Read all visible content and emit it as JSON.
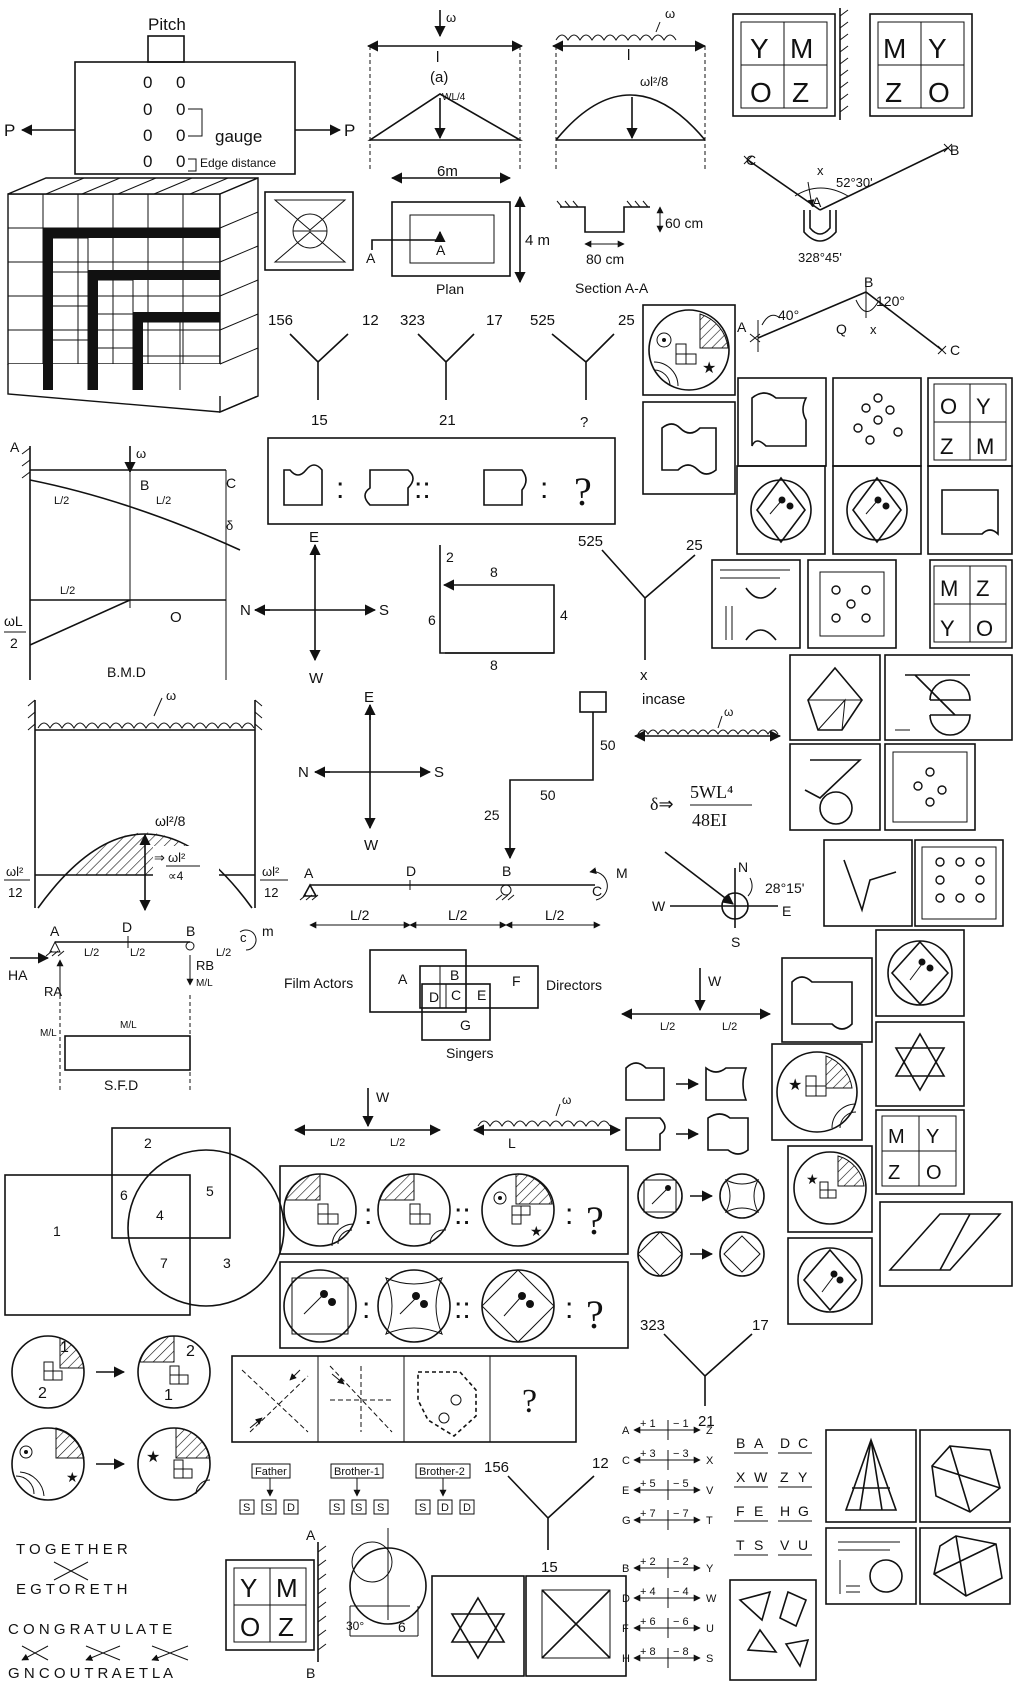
{
  "bolt_joint": {
    "pitch": "Pitch",
    "left_load": "P",
    "right_load": "P",
    "gauge": "gauge",
    "edge": "Edge distance",
    "digit": "0"
  },
  "truss_point": {
    "load": "ω",
    "span": "l",
    "case": "(a)",
    "moment": "WL/4"
  },
  "truss_udl": {
    "load": "ω",
    "span": "l",
    "moment": "ωl²/8"
  },
  "mirror_tiles": {
    "top": [
      "Y",
      "M"
    ],
    "bottom": [
      "O",
      "Z"
    ],
    "mirror_top": [
      "M",
      "Y"
    ],
    "mirror_bottom": [
      "Z",
      "O"
    ]
  },
  "plan": {
    "width": "6m",
    "height": "4 m",
    "label": "Plan",
    "left_point": "A",
    "right_point": "A",
    "section_depth": "60 cm",
    "section_width": "80 cm",
    "section_label": "Section A-A"
  },
  "bearing": {
    "c": "C",
    "b": "B",
    "a": "A",
    "x": "x",
    "angle1": "52°30'",
    "angle2": "328°45'"
  },
  "bearing2": {
    "a": "A",
    "b": "B",
    "c": "C",
    "q": "Q",
    "x": "x",
    "angle1": "40°",
    "angle2": "120°"
  },
  "number_tree": {
    "t1": [
      "156",
      "12",
      "15"
    ],
    "t2": [
      "323",
      "17",
      "21"
    ],
    "t3": [
      "525",
      "25",
      "?"
    ]
  },
  "cantilever": {
    "a": "A",
    "b": "B",
    "c": "C",
    "load": "ω",
    "half": "L/2",
    "delta": "δ",
    "reaction": "ωL",
    "denom": "2",
    "o": "O",
    "bmd": "B.M.D"
  },
  "compass1": {
    "e": "E",
    "n": "N",
    "s": "S",
    "w": "W"
  },
  "route": {
    "a": "2",
    "b": "8",
    "c": "6",
    "d": "4",
    "e": "8"
  },
  "tree_x": {
    "l": "525",
    "r": "25",
    "bottom": "x",
    "note": "incase"
  },
  "fixed_beam": {
    "load": "ω",
    "moment": "ωl²/8",
    "left": "ωl²",
    "right": "ωl²",
    "den": "12",
    "arrow": "⇒",
    "top2": "ωl²",
    "den2": "∝4"
  },
  "compass2": {
    "e": "E",
    "n": "N",
    "s": "S",
    "w": "W"
  },
  "path2": {
    "a": "50",
    "b": "50",
    "c": "25"
  },
  "deflection": {
    "load": "ω",
    "formula_lhs": "δ⇒",
    "num": "5WL⁴",
    "den": "48EI"
  },
  "overhang": {
    "a": "A",
    "d": "D",
    "b": "B",
    "c": "C",
    "m": "M",
    "l1": "L/2",
    "l2": "L/2",
    "l3": "L/2"
  },
  "compass3": {
    "n": "N",
    "w": "W",
    "e": "E",
    "s": "S",
    "angle": "28°15'"
  },
  "sfd": {
    "a": "A",
    "d": "D",
    "b": "B",
    "c": "c",
    "m": "m",
    "ha": "HA",
    "ra": "RA",
    "rb": "RB",
    "ml": "M/L",
    "half": "L/2",
    "label": "S.F.D"
  },
  "venn1": {
    "film": "Film Actors",
    "directors": "Directors",
    "singers": "Singers",
    "a": "A",
    "b": "B",
    "c": "C",
    "d": "D",
    "e": "E",
    "f": "F",
    "g": "G"
  },
  "beams_small": {
    "w": "W",
    "half": "L/2",
    "l": "L",
    "udl": "ω"
  },
  "venn2": {
    "n1": "1",
    "n2": "2",
    "n3": "3",
    "n4": "4",
    "n5": "5",
    "n6": "6",
    "n7": "7"
  },
  "analogy": {
    "colon": ":",
    "double": "::",
    "q": "?"
  },
  "circle_swap": {
    "a": "1",
    "b": "2",
    "c": "2",
    "d": "1"
  },
  "family": {
    "f": "Father",
    "b1": "Brother-1",
    "b2": "Brother-2",
    "row1": [
      "S",
      "S",
      "D"
    ],
    "row2": [
      "S",
      "S",
      "S"
    ],
    "row3": [
      "S",
      "D",
      "D"
    ]
  },
  "tree_bottom": {
    "t1": [
      "156",
      "12",
      "15"
    ],
    "t2": [
      "323",
      "17",
      "21"
    ]
  },
  "letter_code": [
    {
      "l": "A",
      "p": "+ 1",
      "m": "− 1",
      "r": "Z"
    },
    {
      "l": "C",
      "p": "+ 3",
      "m": "− 3",
      "r": "X"
    },
    {
      "l": "E",
      "p": "+ 5",
      "m": "− 5",
      "r": "V"
    },
    {
      "l": "G",
      "p": "+ 7",
      "m": "− 7",
      "r": "T"
    },
    {
      "l": "B",
      "p": "+ 2",
      "m": "− 2",
      "r": "Y"
    },
    {
      "l": "D",
      "p": "+ 4",
      "m": "− 4",
      "r": "W"
    },
    {
      "l": "F",
      "p": "+ 6",
      "m": "− 6",
      "r": "U"
    },
    {
      "l": "H",
      "p": "+ 8",
      "m": "− 8",
      "r": "S"
    }
  ],
  "pairs": [
    [
      "B",
      "A",
      "D",
      "C"
    ],
    [
      "X",
      "W",
      "Z",
      "Y"
    ],
    [
      "F",
      "E",
      "H",
      "G"
    ],
    [
      "T",
      "S",
      "V",
      "U"
    ]
  ],
  "words": {
    "w1": "T O G E    T H E R",
    "w2": "E G T O R E T H",
    "w3": "C O N G R A T U L A T E",
    "w4": "G N C O U T R A E T L A"
  },
  "mirror2": {
    "a": "A",
    "b": "B",
    "top": [
      "Y",
      "M"
    ],
    "bottom": [
      "O",
      "Z"
    ]
  },
  "angle_fig": {
    "ang": "30°",
    "num": "6"
  }
}
